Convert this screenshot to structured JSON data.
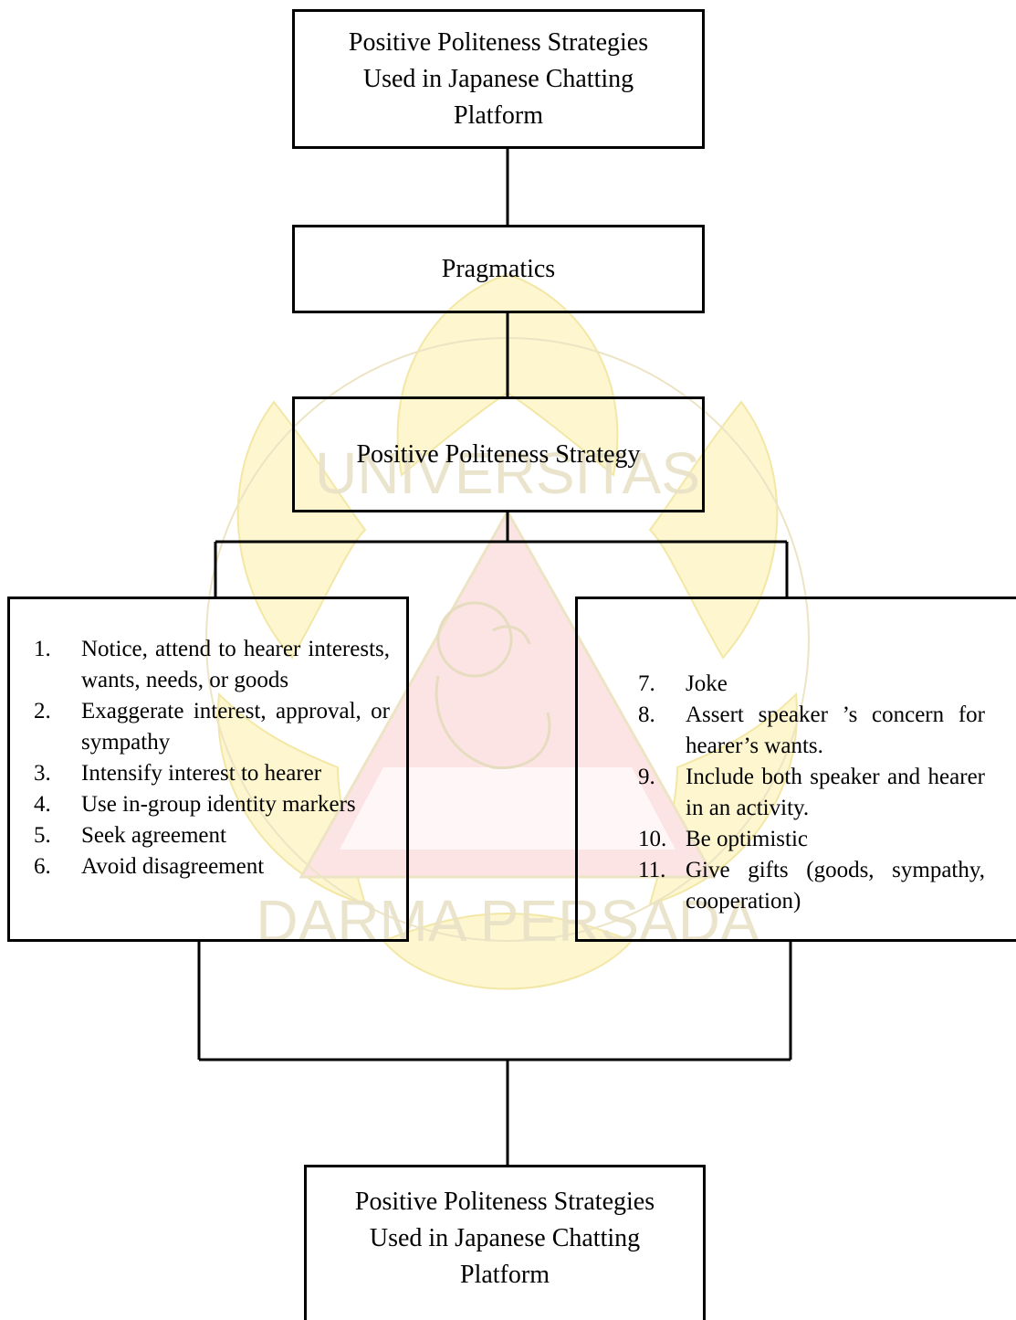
{
  "diagram": {
    "title_top": "Positive Politeness Strategies Used in Japanese Chatting Platform",
    "level2": "Pragmatics",
    "level3": "Positive Politeness Strategy",
    "left_items": [
      {
        "num": "1.",
        "text": "Notice, attend to hearer interests, wants, needs, or goods"
      },
      {
        "num": "2.",
        "text": "Exaggerate interest, approval, or sympathy"
      },
      {
        "num": "3.",
        "text": "Intensify interest to hearer"
      },
      {
        "num": "4.",
        "text": "Use in-group identity markers"
      },
      {
        "num": "5.",
        "text": "Seek agreement"
      },
      {
        "num": "6.",
        "text": "Avoid disagreement"
      }
    ],
    "right_items": [
      {
        "num": "7.",
        "text": "Joke"
      },
      {
        "num": "8.",
        "text": "Assert speaker ’s concern for hearer’s wants."
      },
      {
        "num": "9.",
        "text": "Include both speaker and hearer in an activity."
      },
      {
        "num": "10.",
        "text": "Be optimistic"
      },
      {
        "num": "11.",
        "text": "Give gifts (goods, sympathy, cooperation)"
      }
    ],
    "title_bottom": "Positive Politeness Strategies Used in Japanese Chatting Platform"
  },
  "watermark": {
    "top_text": "UNIVERSITAS",
    "bottom_text": "DARMA PERSADA",
    "colors": {
      "petal": "#fdf6cf",
      "petal_stroke": "#f3e7a6",
      "triangle": "#fde4e4",
      "line": "#ece4c4",
      "text": "#e9e2c8"
    }
  }
}
